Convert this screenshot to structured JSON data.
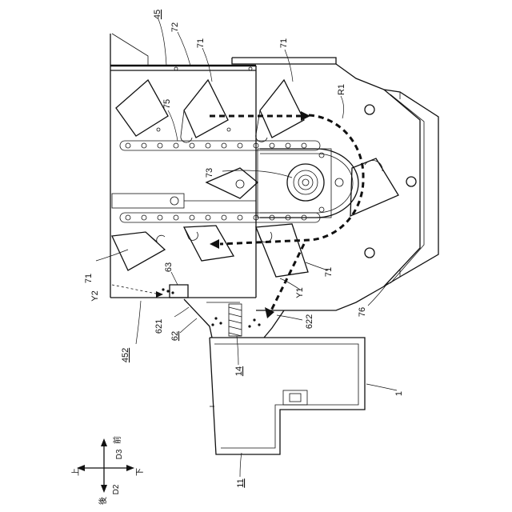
{
  "labels": {
    "l45": "45",
    "l72": "72",
    "l71_a": "71",
    "l71_b": "71",
    "l71_c": "71",
    "l71_d": "71",
    "l75": "75",
    "l73": "73",
    "lR1": "R1",
    "l63": "63",
    "lY2": "Y2",
    "lY1": "Y1",
    "l621": "621",
    "l62": "62",
    "l622": "622",
    "l76": "76",
    "l452": "452",
    "l14": "14",
    "l1": "1",
    "l11": "11"
  },
  "directions": {
    "front": "前",
    "rear": "後",
    "up": "上",
    "down": "下",
    "d2": "D2",
    "d3": "D3"
  }
}
